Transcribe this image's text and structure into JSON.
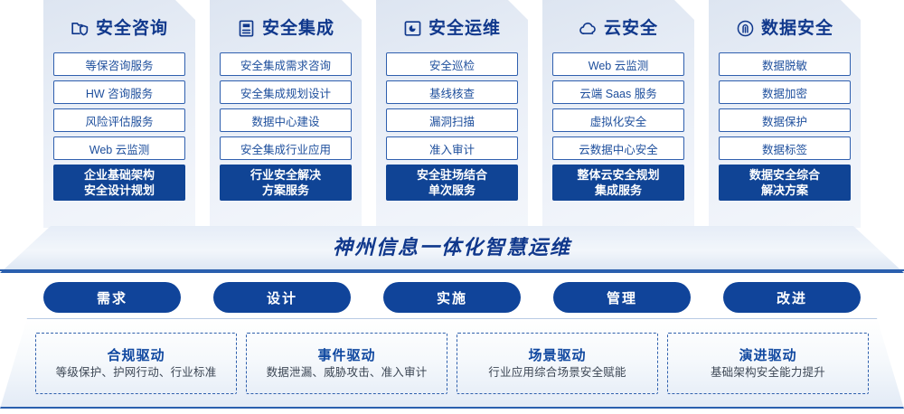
{
  "pillars": [
    {
      "icon": "folder-shield-icon",
      "title": "安全咨询",
      "items": [
        "等保咨询服务",
        "HW 咨询服务",
        "风险评估服务",
        "Web 云监测"
      ],
      "highlight": [
        "企业基础架构",
        "安全设计规划"
      ]
    },
    {
      "icon": "archive-document-icon",
      "title": "安全集成",
      "items": [
        "安全集成需求咨询",
        "安全集成规划设计",
        "数据中心建设",
        "安全集成行业应用"
      ],
      "highlight": [
        "行业安全解决",
        "方案服务"
      ]
    },
    {
      "icon": "monitor-chart-icon",
      "title": "安全运维",
      "items": [
        "安全巡检",
        "基线核查",
        "漏洞扫描",
        "准入审计"
      ],
      "highlight": [
        "安全驻场结合",
        "单次服务"
      ]
    },
    {
      "icon": "cloud-icon",
      "title": "云安全",
      "items": [
        "Web 云监测",
        "云端 Saas 服务",
        "虚拟化安全",
        "云数据中心安全"
      ],
      "highlight": [
        "整体云安全规划",
        "集成服务"
      ]
    },
    {
      "icon": "fingerprint-icon",
      "title": "数据安全",
      "items": [
        "数据脱敏",
        "数据加密",
        "数据保护",
        "数据标签"
      ],
      "highlight": [
        "数据安全综合",
        "解决方案"
      ]
    }
  ],
  "banner": {
    "title": "神州信息一体化智慧运维"
  },
  "stages": [
    {
      "label": "需求"
    },
    {
      "label": "设计"
    },
    {
      "label": "实施"
    },
    {
      "label": "管理"
    },
    {
      "label": "改进"
    }
  ],
  "drivers": [
    {
      "title": "合规驱动",
      "subtitle": "等级保护、护网行动、行业标准"
    },
    {
      "title": "事件驱动",
      "subtitle": "数据泄漏、威胁攻击、准入审计"
    },
    {
      "title": "场景驱动",
      "subtitle": "行业应用综合场景安全赋能"
    },
    {
      "title": "演进驱动",
      "subtitle": "基础架构安全能力提升"
    }
  ],
  "colors": {
    "brand_blue": "#10388c",
    "solid_blue": "#104495",
    "pill_blue": "#10449a",
    "item_border": "#2f5fae",
    "item_text": "#1d4e9c",
    "dashed_border": "#2f60ad",
    "driver_title": "#1048a0",
    "driver_sub": "#3c4654",
    "card_bg_light": "#f3f6fb",
    "card_bg_dark": "#dde5f1"
  }
}
